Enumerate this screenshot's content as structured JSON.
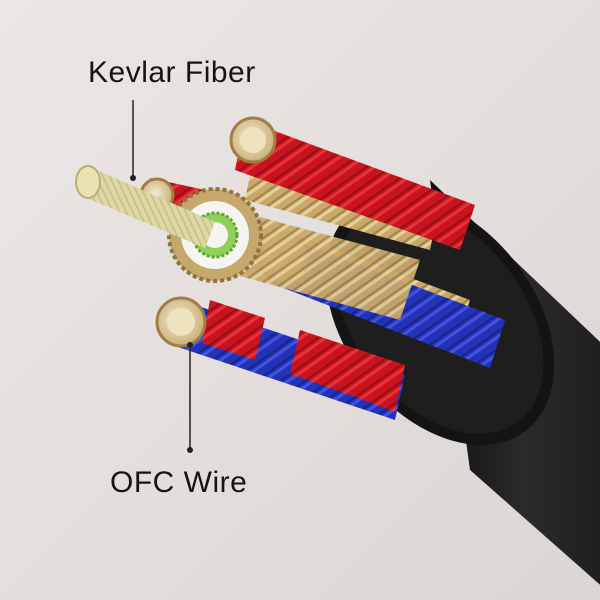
{
  "labels": {
    "kevlar": "Kevlar Fiber",
    "ofc": "OFC Wire"
  },
  "colors": {
    "background": "#e6e1df",
    "jacket": "#202020",
    "red_strand": "#c8141e",
    "blue_strand": "#2233b8",
    "gold_strand": "#c9a86a",
    "kevlar_core": "#ddd7a4",
    "shield_green": "#8fd05a",
    "insulation_white": "#f4f4f0"
  },
  "icons": {
    "kevlar_callout": "leader-line",
    "ofc_callout": "leader-line"
  }
}
